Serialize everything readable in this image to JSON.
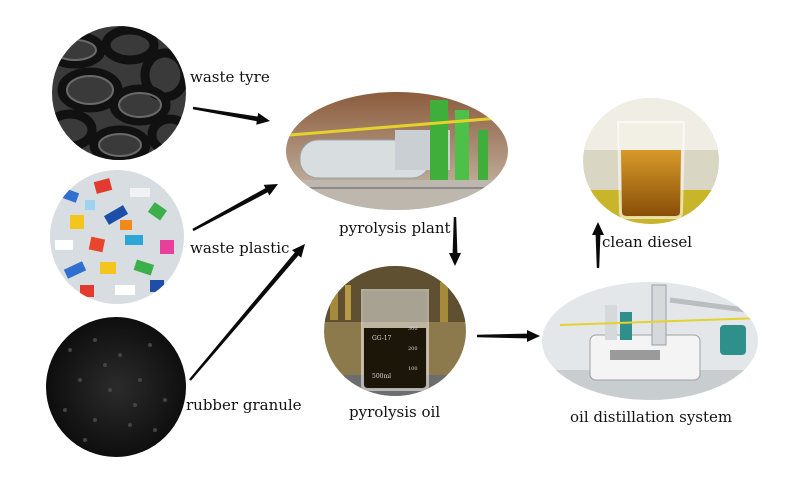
{
  "nodes": {
    "waste_tyre": "waste tyre",
    "waste_plastic": "waste plastic",
    "rubber_granule": "rubber granule",
    "pyrolysis_plant": "pyrolysis plant",
    "pyrolysis_oil": "pyrolysis oil",
    "oil_distillation": "oil distillation system",
    "clean_diesel": "clean diesel"
  },
  "beaker": {
    "brand": "GG-17",
    "volume": "500ml",
    "marks": [
      "300",
      "200",
      "100"
    ]
  },
  "colors": {
    "arrow": "#0a0a0a",
    "oil": "#1b1608",
    "diesel": "#b8760f",
    "plant_green": "#3fae3a",
    "machine_teal": "#2f8f8a"
  }
}
